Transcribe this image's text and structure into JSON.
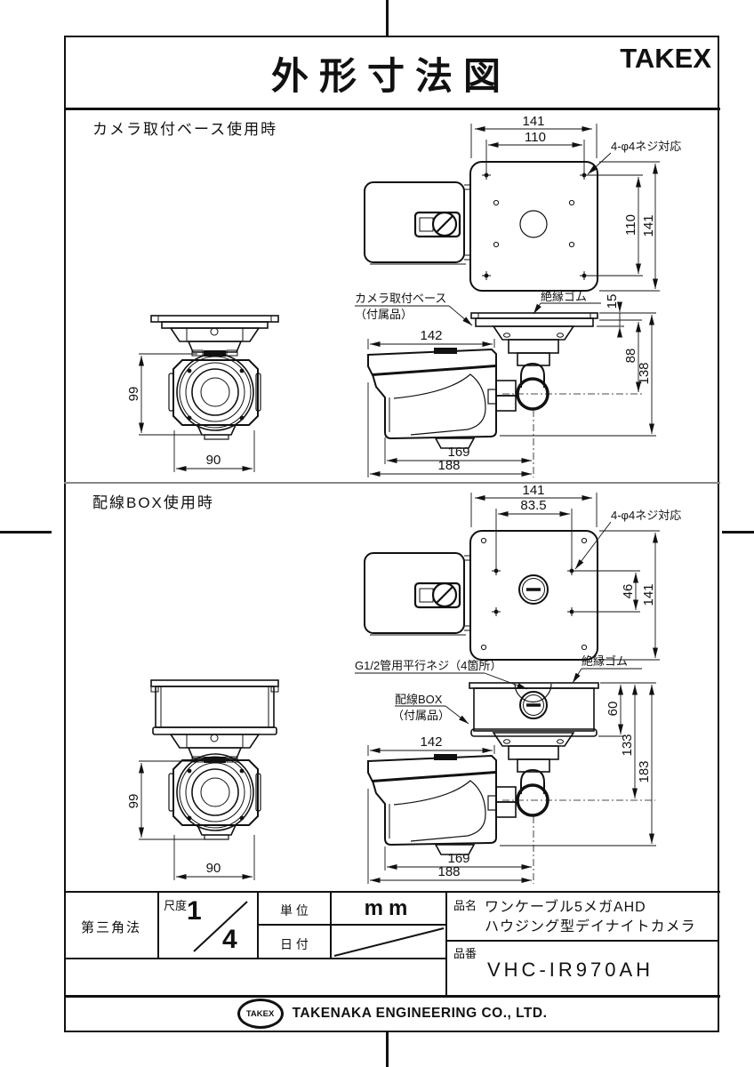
{
  "doc_title": "外形寸法図",
  "brand": "TAKEX",
  "section1": {
    "label": "カメラ取付ベース使用時",
    "plate": {
      "width": "141",
      "hole_pitch_w": "110",
      "hole_pitch_h": "110",
      "height": "141",
      "screw_note": "4-φ4ネジ対応"
    },
    "side": {
      "base_label": "カメラ取付ベース",
      "base_label_sub": "（付属品）",
      "rubber_label": "絶縁ゴム",
      "rubber_thickness": "15",
      "base_to_pivot": "88",
      "total_height": "138",
      "camera_width": "142",
      "lens_to_pivot": "169",
      "front_to_pivot": "188"
    },
    "front": {
      "height": "99",
      "width": "90"
    }
  },
  "section2": {
    "label": "配線BOX使用時",
    "plate": {
      "width": "141",
      "hole_pitch_w": "83.5",
      "hole_pitch_h": "46",
      "height": "141",
      "screw_note": "4-φ4ネジ対応"
    },
    "side": {
      "thread_note": "G1/2管用平行ネジ（4箇所）",
      "box_label": "配線BOX",
      "box_label_sub": "（付属品）",
      "rubber_label": "絶縁ゴム",
      "box_height": "60",
      "box_to_pivot": "133",
      "total_height": "183",
      "camera_width": "142",
      "lens_to_pivot": "169",
      "front_to_pivot": "188"
    },
    "front": {
      "height": "99",
      "width": "90"
    }
  },
  "title_block": {
    "projection": "第三角法",
    "scale_label": "尺度",
    "scale_numerator": "1",
    "scale_denominator": "4",
    "unit_label": "単 位",
    "unit_value": "mm",
    "date_label": "日 付",
    "product_name_label": "品名",
    "product_name_line1": "ワンケーブル5メガAHD",
    "product_name_line2": "ハウジング型デイナイトカメラ",
    "product_number_label": "品番",
    "product_number": "VHC-IR970AH"
  },
  "footer": {
    "logo": "TAKEX",
    "company": "TAKENAKA ENGINEERING CO., LTD."
  }
}
